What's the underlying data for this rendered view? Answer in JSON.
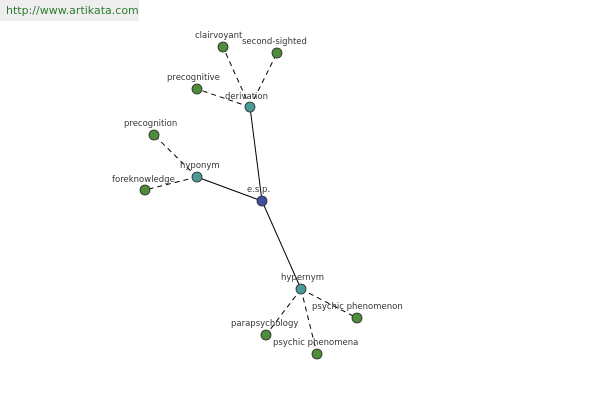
{
  "watermark": {
    "url": "http://www.artikata.com"
  },
  "colors": {
    "center": "#3f4f9c",
    "relation": "#4b9a98",
    "leaf": "#4e8c3c"
  },
  "graph": {
    "center": {
      "id": "esp",
      "label": "e.s.p."
    },
    "relations": [
      {
        "id": "derivation",
        "label": "derivation",
        "leaves": [
          "clairvoyant",
          "second-sighted",
          "precognitive"
        ]
      },
      {
        "id": "hyponym",
        "label": "hyponym",
        "leaves": [
          "precognition",
          "foreknowledge"
        ]
      },
      {
        "id": "hypernym",
        "label": "hypernym",
        "leaves": [
          "parapsychology",
          "psychic phenomena",
          "psychic phenomenon"
        ]
      }
    ]
  }
}
